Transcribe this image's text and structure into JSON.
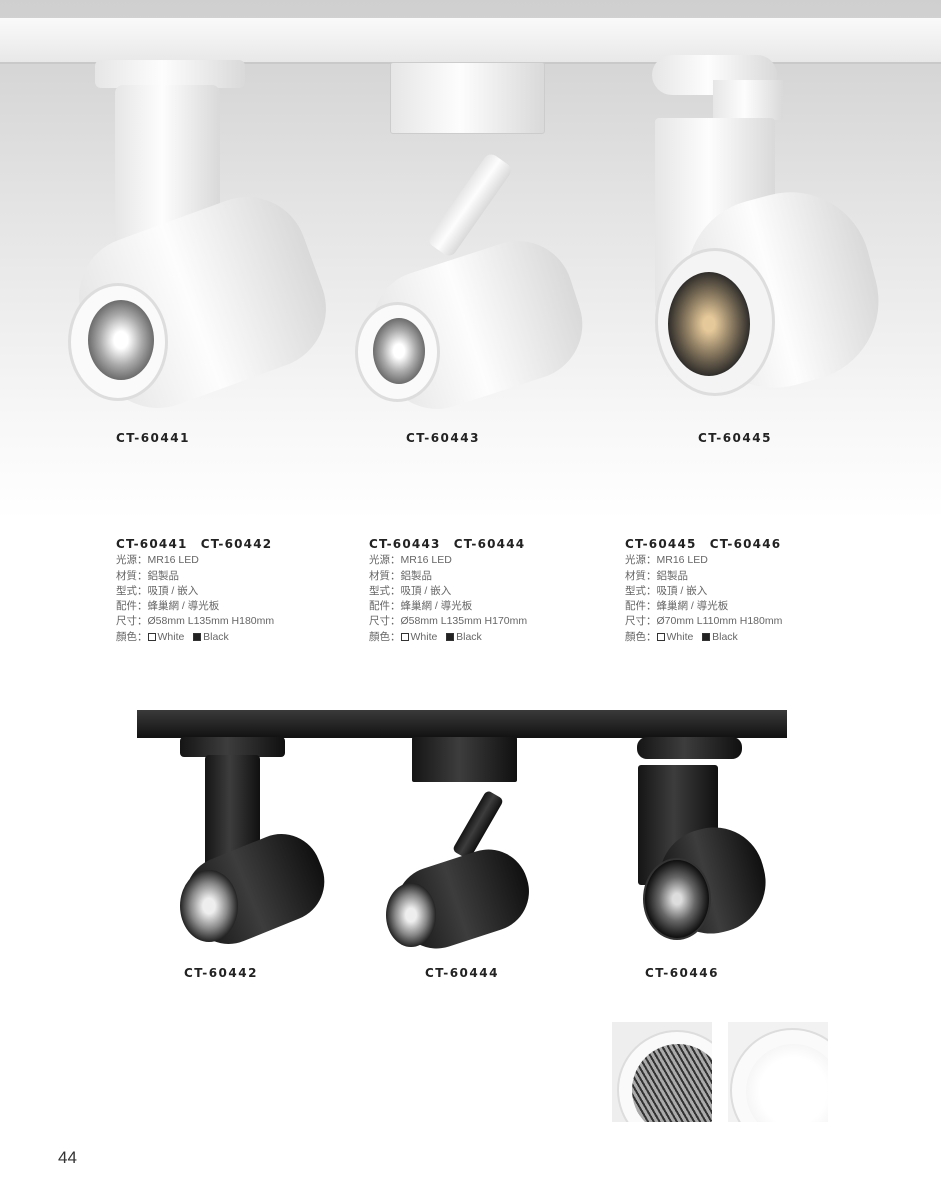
{
  "page_number": "44",
  "top_labels": [
    "CT-60441",
    "CT-60443",
    "CT-60445"
  ],
  "bottom_labels": [
    "CT-60442",
    "CT-60444",
    "CT-60446"
  ],
  "specs": [
    {
      "title": "CT-60441　CT-60442",
      "light": "光源：MR16 LED",
      "material": "材質：鋁製品",
      "type": "型式：吸頂 / 嵌入",
      "accessory": "配件：蜂巢網 / 導光板",
      "size": "尺寸：Ø58mm L135mm H180mm",
      "color_label": "顏色：",
      "white": "White",
      "black": "Black"
    },
    {
      "title": "CT-60443　CT-60444",
      "light": "光源：MR16 LED",
      "material": "材質：鋁製品",
      "type": "型式：吸頂 / 嵌入",
      "accessory": "配件：蜂巢網 / 導光板",
      "size": "尺寸：Ø58mm L135mm H170mm",
      "color_label": "顏色：",
      "white": "White",
      "black": "Black"
    },
    {
      "title": "CT-60445　CT-60446",
      "light": "光源：MR16 LED",
      "material": "材質：鋁製品",
      "type": "型式：吸頂 / 嵌入",
      "accessory": "配件：蜂巢網 / 導光板",
      "size": "尺寸：Ø70mm L110mm H180mm",
      "color_label": "顏色：",
      "white": "White",
      "black": "Black"
    }
  ]
}
